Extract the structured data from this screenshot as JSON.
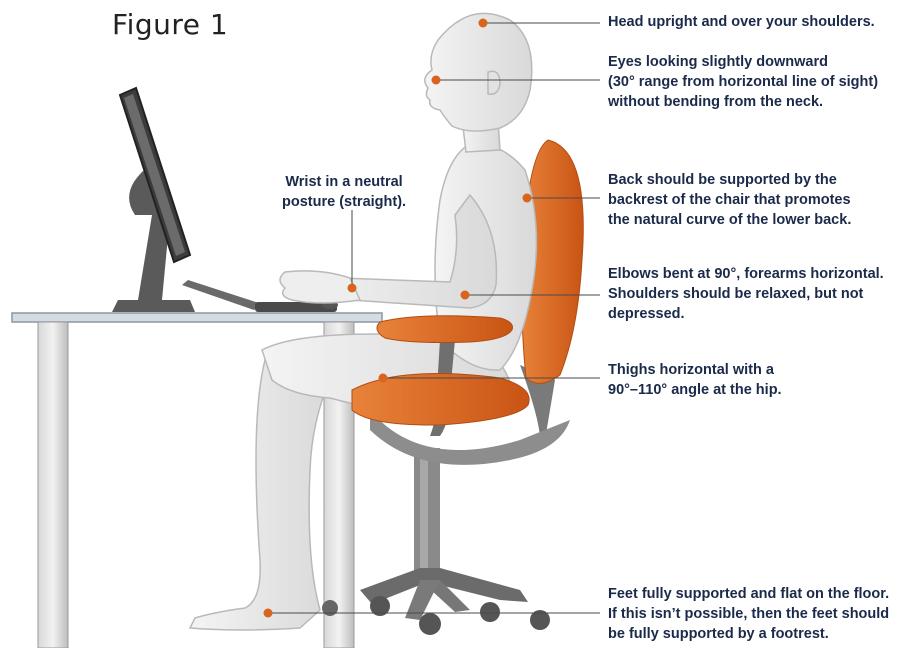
{
  "figure_title": "Figure 1",
  "accent_color": "#d9641e",
  "annotations": {
    "head": {
      "lines": [
        "Head upright and over your shoulders."
      ]
    },
    "eyes": {
      "lines": [
        "Eyes looking slightly downward",
        "(30° range from horizontal line of sight)",
        "without bending from the neck."
      ]
    },
    "wrist": {
      "lines": [
        "Wrist in a neutral",
        "posture (straight)."
      ]
    },
    "back": {
      "lines": [
        "Back should be supported by the",
        "backrest of the chair that promotes",
        "the natural curve of the lower back."
      ]
    },
    "elbows": {
      "lines": [
        "Elbows bent at 90°, forearms horizontal.",
        "Shoulders should be relaxed, but not",
        "depressed."
      ]
    },
    "thighs": {
      "lines": [
        "Thighs horizontal with a",
        "90°–110° angle at the hip."
      ]
    },
    "feet": {
      "lines": [
        "Feet fully supported and flat on the floor.",
        "If this isn’t possible, then the feet should",
        "be fully supported by a footrest."
      ]
    }
  }
}
